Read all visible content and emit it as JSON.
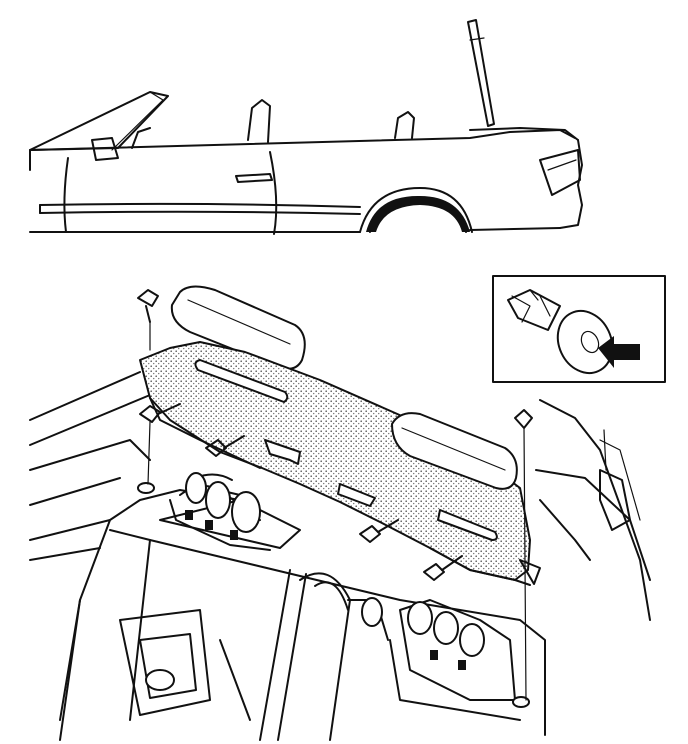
{
  "figure": {
    "kind": "service-manual-illustration",
    "panels": [
      {
        "name": "vehicle-side-view",
        "shows": "convertible-car-rear-quarter"
      },
      {
        "name": "trim-panel-exploded-view",
        "shows": "rear-trim-panel-with-push-clips"
      },
      {
        "name": "clip-detail-inset",
        "shows": "push-clip-with-arrow"
      }
    ],
    "fastener_count": 7,
    "colors": {
      "ink": "#111111",
      "paper": "#ffffff",
      "stipple": "#555555"
    }
  }
}
